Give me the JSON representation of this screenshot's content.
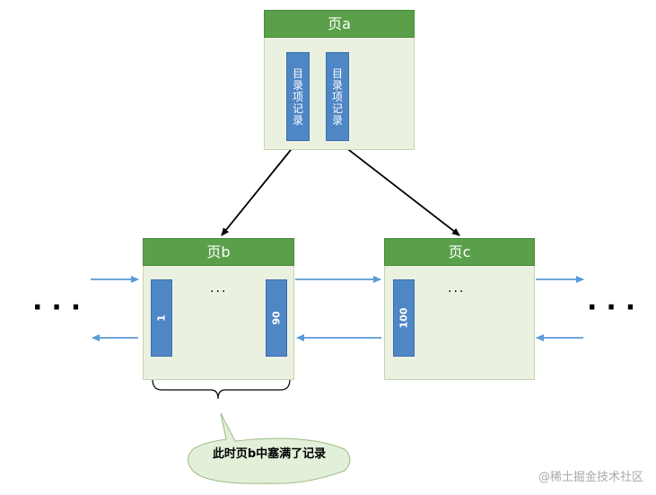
{
  "pages": {
    "a": {
      "title": "页a",
      "records": [
        "目录项记录",
        "目录项记录"
      ]
    },
    "b": {
      "title": "页b",
      "first_record": "1",
      "last_record": "90",
      "ellipsis": "···"
    },
    "c": {
      "title": "页c",
      "first_record": "100",
      "ellipsis": "···"
    }
  },
  "side_ellipsis_left": "···",
  "side_ellipsis_right": "···",
  "callout": "此时页b中塞满了记录",
  "watermark": "@稀土掘金技术社区",
  "colors": {
    "header_green": "#5aa04a",
    "page_fill": "#ebf1e0",
    "record_blue": "#4f86c6",
    "link_arrow_blue": "#5b9bd5",
    "callout_fill": "#e2efd9"
  }
}
